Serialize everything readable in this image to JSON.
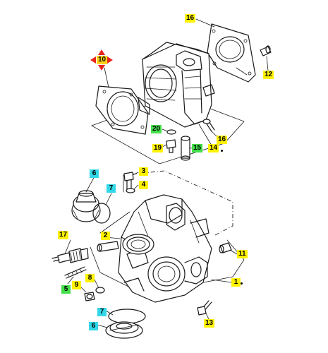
{
  "callouts": [
    {
      "id": "c16a",
      "label": "16",
      "color": "yellow"
    },
    {
      "id": "c12",
      "label": "12",
      "color": "yellow"
    },
    {
      "id": "c10",
      "label": "10",
      "color": "red"
    },
    {
      "id": "c20",
      "label": "20",
      "color": "green"
    },
    {
      "id": "c16b",
      "label": "16",
      "color": "yellow"
    },
    {
      "id": "c19",
      "label": "19",
      "color": "yellow"
    },
    {
      "id": "c15",
      "label": "15",
      "color": "green"
    },
    {
      "id": "c14",
      "label": "14",
      "color": "yellow"
    },
    {
      "id": "c6a",
      "label": "6",
      "color": "cyan"
    },
    {
      "id": "c7a",
      "label": "7",
      "color": "cyan"
    },
    {
      "id": "c3",
      "label": "3",
      "color": "yellow"
    },
    {
      "id": "c4",
      "label": "4",
      "color": "yellow"
    },
    {
      "id": "c17",
      "label": "17",
      "color": "yellow"
    },
    {
      "id": "c2",
      "label": "2",
      "color": "yellow"
    },
    {
      "id": "c11",
      "label": "11",
      "color": "yellow"
    },
    {
      "id": "c8",
      "label": "8",
      "color": "yellow"
    },
    {
      "id": "c5",
      "label": "5",
      "color": "green"
    },
    {
      "id": "c9",
      "label": "9",
      "color": "yellow"
    },
    {
      "id": "c1",
      "label": "1",
      "color": "yellow"
    },
    {
      "id": "c7b",
      "label": "7",
      "color": "cyan"
    },
    {
      "id": "c13",
      "label": "13",
      "color": "yellow"
    },
    {
      "id": "c6b",
      "label": "6",
      "color": "cyan"
    }
  ],
  "colors": {
    "yellow": "#fff200",
    "cyan": "#32d8e8",
    "green": "#44e04a",
    "marker_red": "#e8241c",
    "line": "#1a1a1a"
  }
}
